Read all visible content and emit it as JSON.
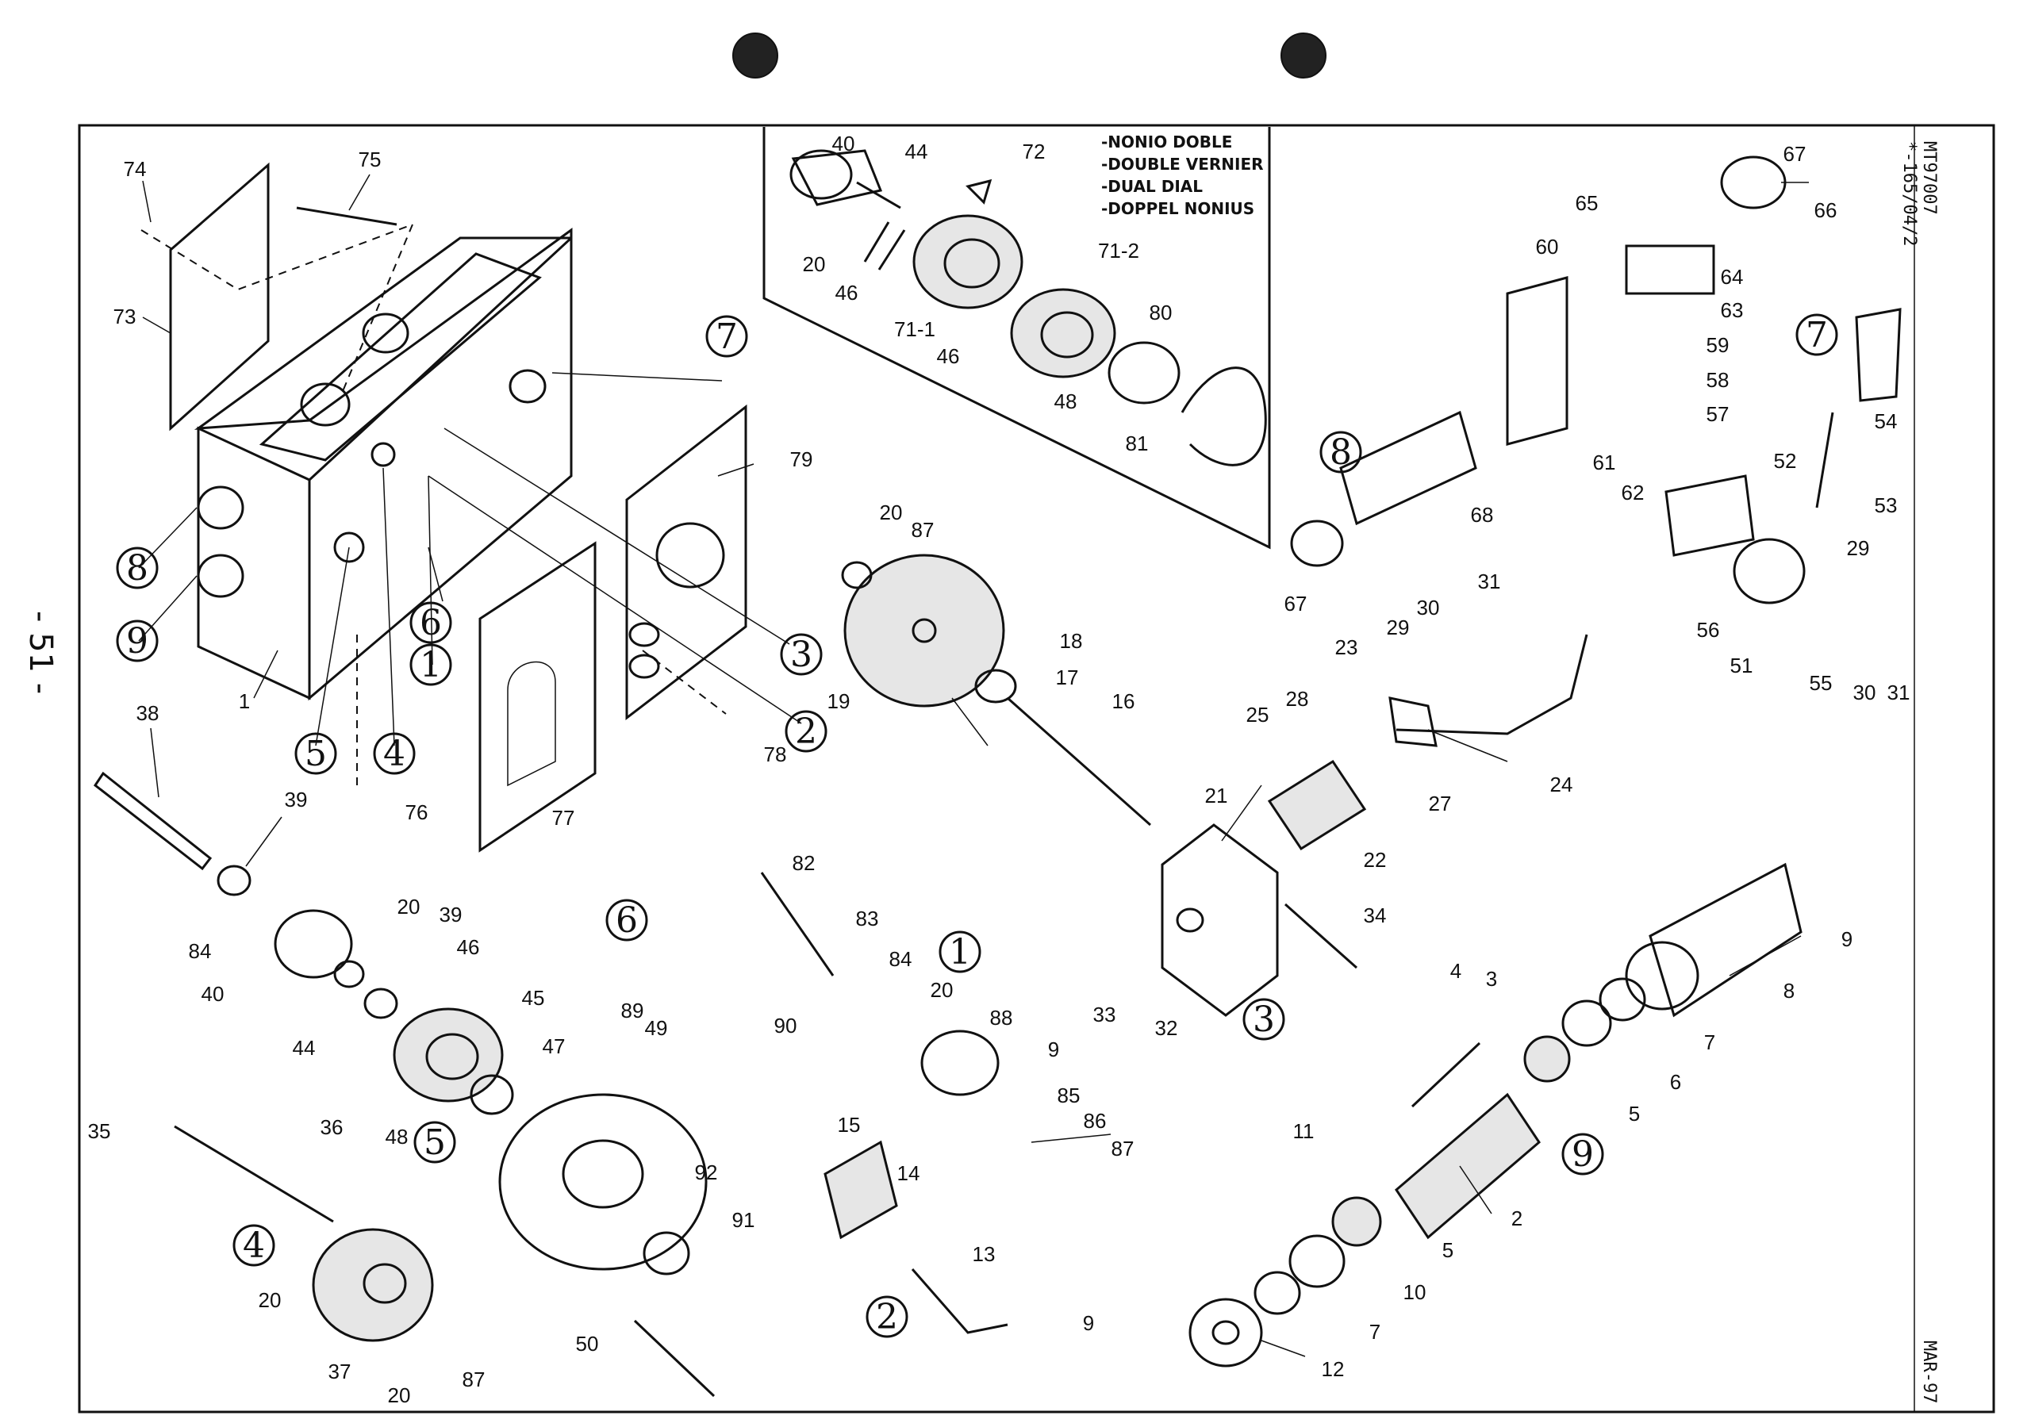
{
  "sheet": {
    "page_number": "- 51 -",
    "drawing_code": "MT97007",
    "revision_code": "*-165/04/2",
    "date_code": "MAR-97"
  },
  "legend": [
    "-NONIO DOBLE",
    "-DOUBLE VERNIER",
    "-DUAL DIAL",
    "-DOPPEL NONIUS"
  ],
  "assembly_refs": [
    "1",
    "2",
    "3",
    "4",
    "5",
    "6",
    "7",
    "8",
    "9"
  ],
  "part_labels": [
    "74",
    "75",
    "73",
    "40",
    "44",
    "72",
    "20",
    "46",
    "71-1",
    "71-2",
    "46",
    "80",
    "48",
    "81",
    "67",
    "66",
    "65",
    "60",
    "64",
    "63",
    "59",
    "58",
    "57",
    "54",
    "61",
    "62",
    "52",
    "53",
    "56",
    "51",
    "55",
    "29",
    "30",
    "31",
    "1",
    "38",
    "39",
    "84",
    "40",
    "20",
    "39",
    "46",
    "44",
    "45",
    "47",
    "48",
    "49",
    "35",
    "36",
    "37",
    "20",
    "87",
    "20",
    "50",
    "92",
    "91",
    "76",
    "77",
    "78",
    "79",
    "82",
    "83",
    "84",
    "20",
    "88",
    "89",
    "90",
    "9",
    "85",
    "86",
    "87",
    "15",
    "14",
    "13",
    "9",
    "20",
    "87",
    "19",
    "18",
    "17",
    "16",
    "21",
    "25",
    "28",
    "23",
    "29",
    "30",
    "31",
    "24",
    "27",
    "22",
    "34",
    "32",
    "33",
    "68",
    "67",
    "4",
    "3",
    "11",
    "2",
    "5",
    "10",
    "7",
    "12",
    "9",
    "8",
    "7",
    "6",
    "5"
  ]
}
